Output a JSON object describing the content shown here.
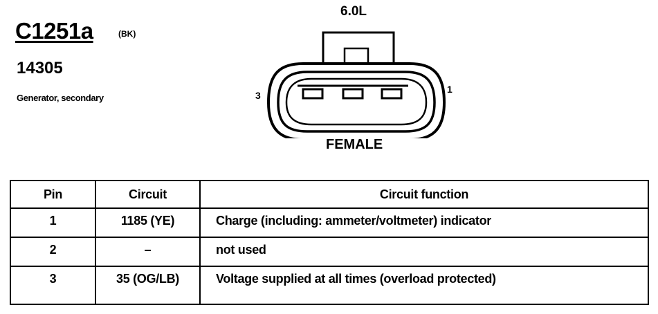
{
  "connector": {
    "id": "C1251a",
    "color_code": "(BK)",
    "part_number": "14305",
    "description": "Generator, secondary"
  },
  "diagram": {
    "engine": "6.0L",
    "pin_left": "3",
    "pin_right": "1",
    "gender": "FEMALE"
  },
  "table": {
    "headers": {
      "pin": "Pin",
      "circuit": "Circuit",
      "function": "Circuit function"
    },
    "rows": [
      {
        "pin": "1",
        "circuit": "1185 (YE)",
        "function": "Charge (including: ammeter/voltmeter) indicator"
      },
      {
        "pin": "2",
        "circuit": "–",
        "function": "not used"
      },
      {
        "pin": "3",
        "circuit": "35 (OG/LB)",
        "function": "Voltage supplied at all times (overload protected)"
      }
    ]
  }
}
